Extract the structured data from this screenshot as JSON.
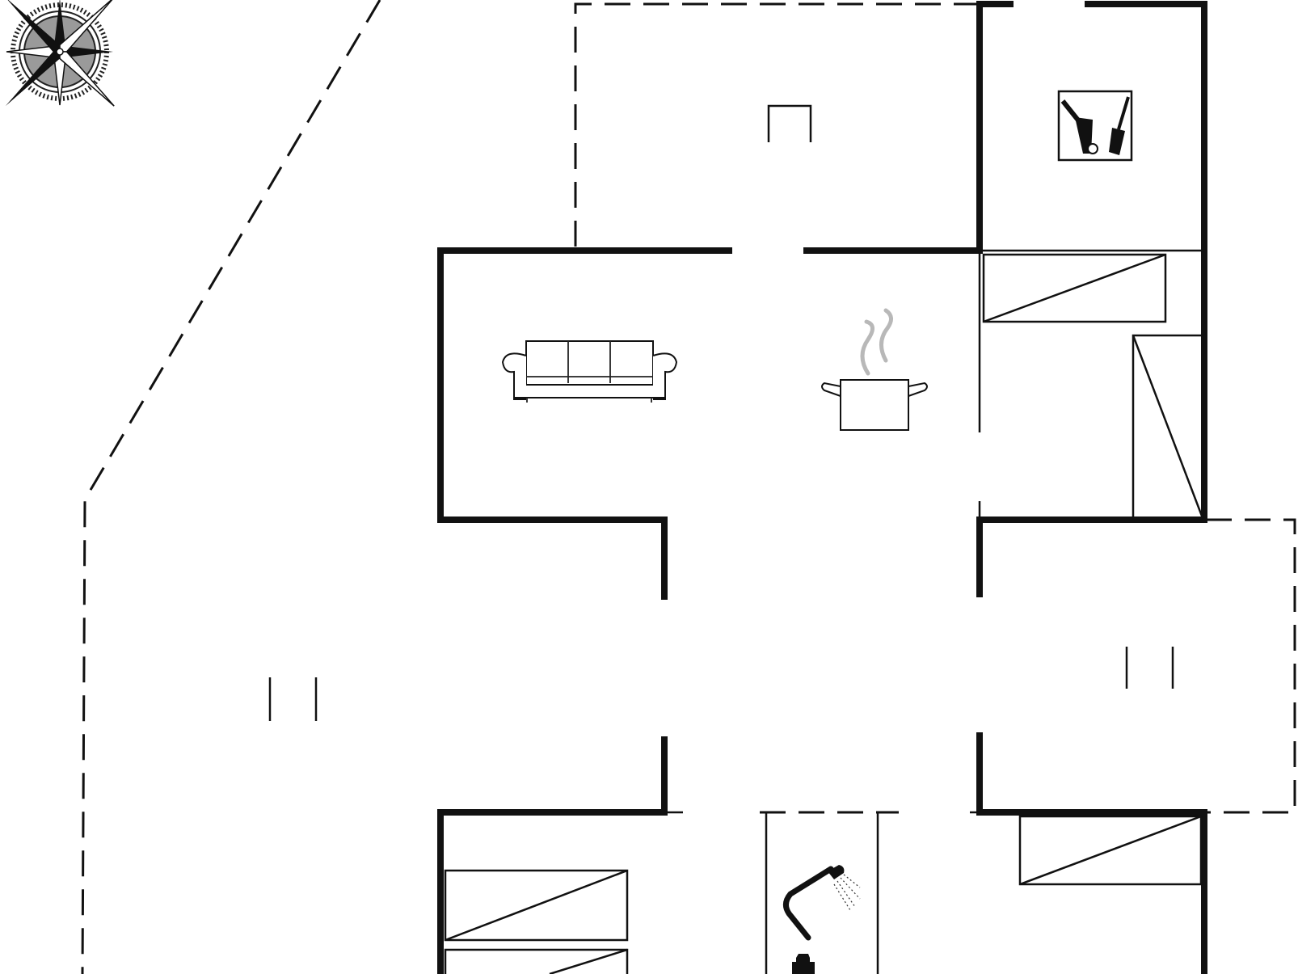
{
  "plan": {
    "compass": {
      "icon": "compass-rose-icon"
    },
    "rooms": [
      {
        "id": "terrace-north",
        "kind": "terrace"
      },
      {
        "id": "storage",
        "icon": "tools-icon"
      },
      {
        "id": "living-room",
        "icon": "sofa-icon"
      },
      {
        "id": "kitchen",
        "icon": "cooking-pot-icon"
      },
      {
        "id": "hall"
      },
      {
        "id": "terrace-west",
        "kind": "terrace"
      },
      {
        "id": "terrace-east",
        "kind": "terrace"
      },
      {
        "id": "bedroom-sw",
        "furniture": [
          "bunk-bed",
          "bunk-bed"
        ]
      },
      {
        "id": "bathroom",
        "icon": "shower-icon"
      },
      {
        "id": "bedroom-se",
        "furniture": [
          "bed"
        ]
      }
    ],
    "colors": {
      "walls": "#111111",
      "background": "#ffffff",
      "steam": "#b8b8b8"
    }
  }
}
